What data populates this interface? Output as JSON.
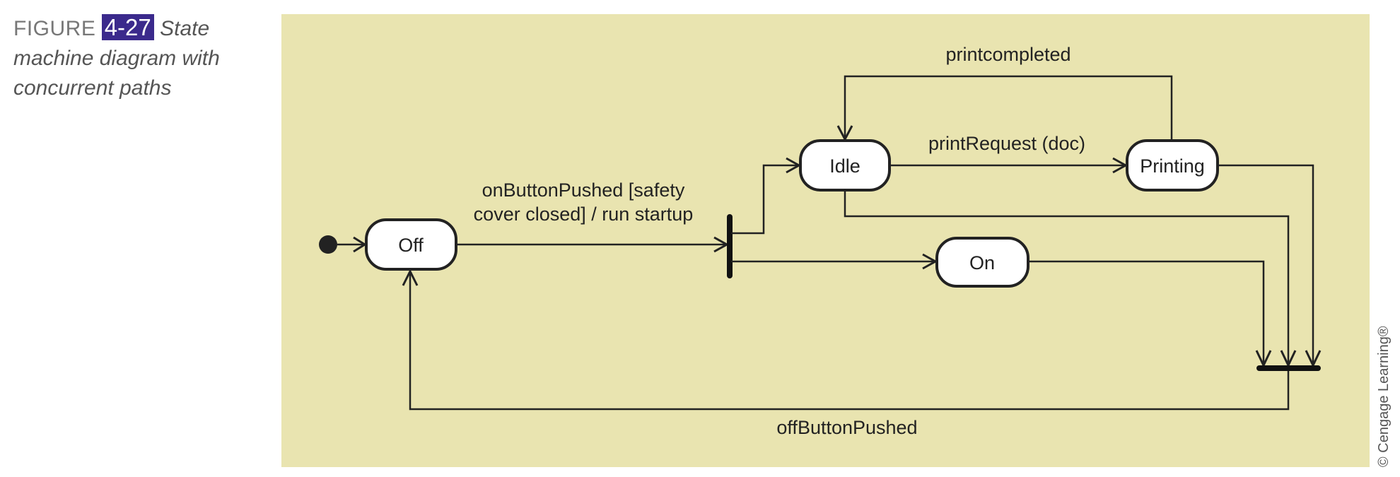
{
  "caption": {
    "figure_word": "FIGURE",
    "figure_number": "4-27",
    "title": "State machine diagram with concurrent paths"
  },
  "states": {
    "off": "Off",
    "idle": "Idle",
    "printing": "Printing",
    "on": "On"
  },
  "transitions": {
    "startup_line1": "onButtonPushed [safety",
    "startup_line2": "cover closed] / run startup",
    "print_request": "printRequest (doc)",
    "print_completed": "printcompleted",
    "off_button": "offButtonPushed"
  },
  "credit": "© Cengage Learning®",
  "colors": {
    "background": "#e9e4b0",
    "figure_badge": "#3b2a8c"
  }
}
